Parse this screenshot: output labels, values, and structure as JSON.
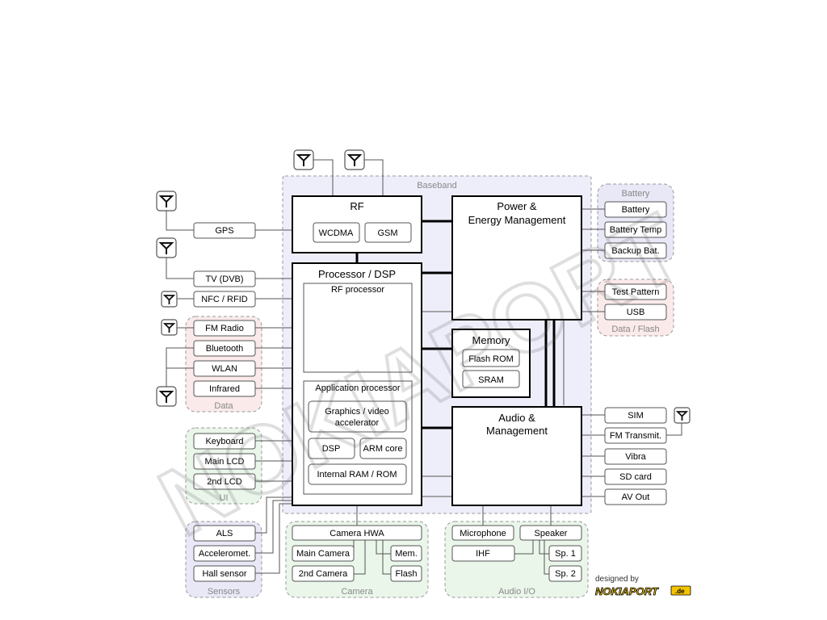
{
  "groups": {
    "baseband": "Baseband",
    "battery": "Battery",
    "data_flash": "Data / Flash",
    "data": "Data",
    "ui": "UI",
    "sensors": "Sensors",
    "camera": "Camera",
    "audio_io": "Audio I/O"
  },
  "core": {
    "rf": "RF",
    "wcdma": "WCDMA",
    "gsm": "GSM",
    "power_line1": "Power &",
    "power_line2": "Energy Management",
    "processor": "Processor / DSP",
    "rf_processor": "RF processor",
    "app_processor": "Application processor",
    "graphics_line1": "Graphics / video",
    "graphics_line2": "accelerator",
    "dsp": "DSP",
    "arm_core": "ARM core",
    "internal_ram": "Internal RAM / ROM",
    "memory": "Memory",
    "flash_rom": "Flash ROM",
    "sram": "SRAM",
    "audio_line1": "Audio &",
    "audio_line2": "Management"
  },
  "left": {
    "gps": "GPS",
    "tv_dvb": "TV (DVB)",
    "nfc_rfid": "NFC / RFID",
    "fm_radio": "FM Radio",
    "bluetooth": "Bluetooth",
    "wlan": "WLAN",
    "infrared": "Infrared",
    "keyboard": "Keyboard",
    "main_lcd": "Main LCD",
    "second_lcd": "2nd LCD"
  },
  "right": {
    "battery": "Battery",
    "battery_temp": "Battery Temp",
    "backup_bat": "Backup Bat.",
    "test_pattern": "Test Pattern",
    "usb": "USB",
    "sim": "SIM",
    "fm_transmit": "FM Transmit.",
    "vibra": "Vibra",
    "sd_card": "SD card",
    "av_out": "AV Out"
  },
  "bottom": {
    "als": "ALS",
    "acceleromet": "Acceleromet.",
    "hall_sensor": "Hall sensor",
    "camera_hwa": "Camera HWA",
    "main_camera": "Main Camera",
    "second_camera": "2nd Camera",
    "mem": "Mem.",
    "flash": "Flash",
    "microphone": "Microphone",
    "speaker": "Speaker",
    "ihf": "IHF",
    "sp1": "Sp. 1",
    "sp2": "Sp. 2"
  },
  "credit": {
    "designed_by": "designed by",
    "logo_text": "NOKIAPORT.de",
    "watermark": "NOKIAPORT"
  },
  "colors": {
    "baseband_fill": "#eeeefb",
    "battery_fill": "#e8e8f6",
    "data_fill": "#fbeaea",
    "green_fill": "#eaf6ea",
    "sensors_fill": "#e8e8f6",
    "logo_yellow": "#f5c400"
  }
}
